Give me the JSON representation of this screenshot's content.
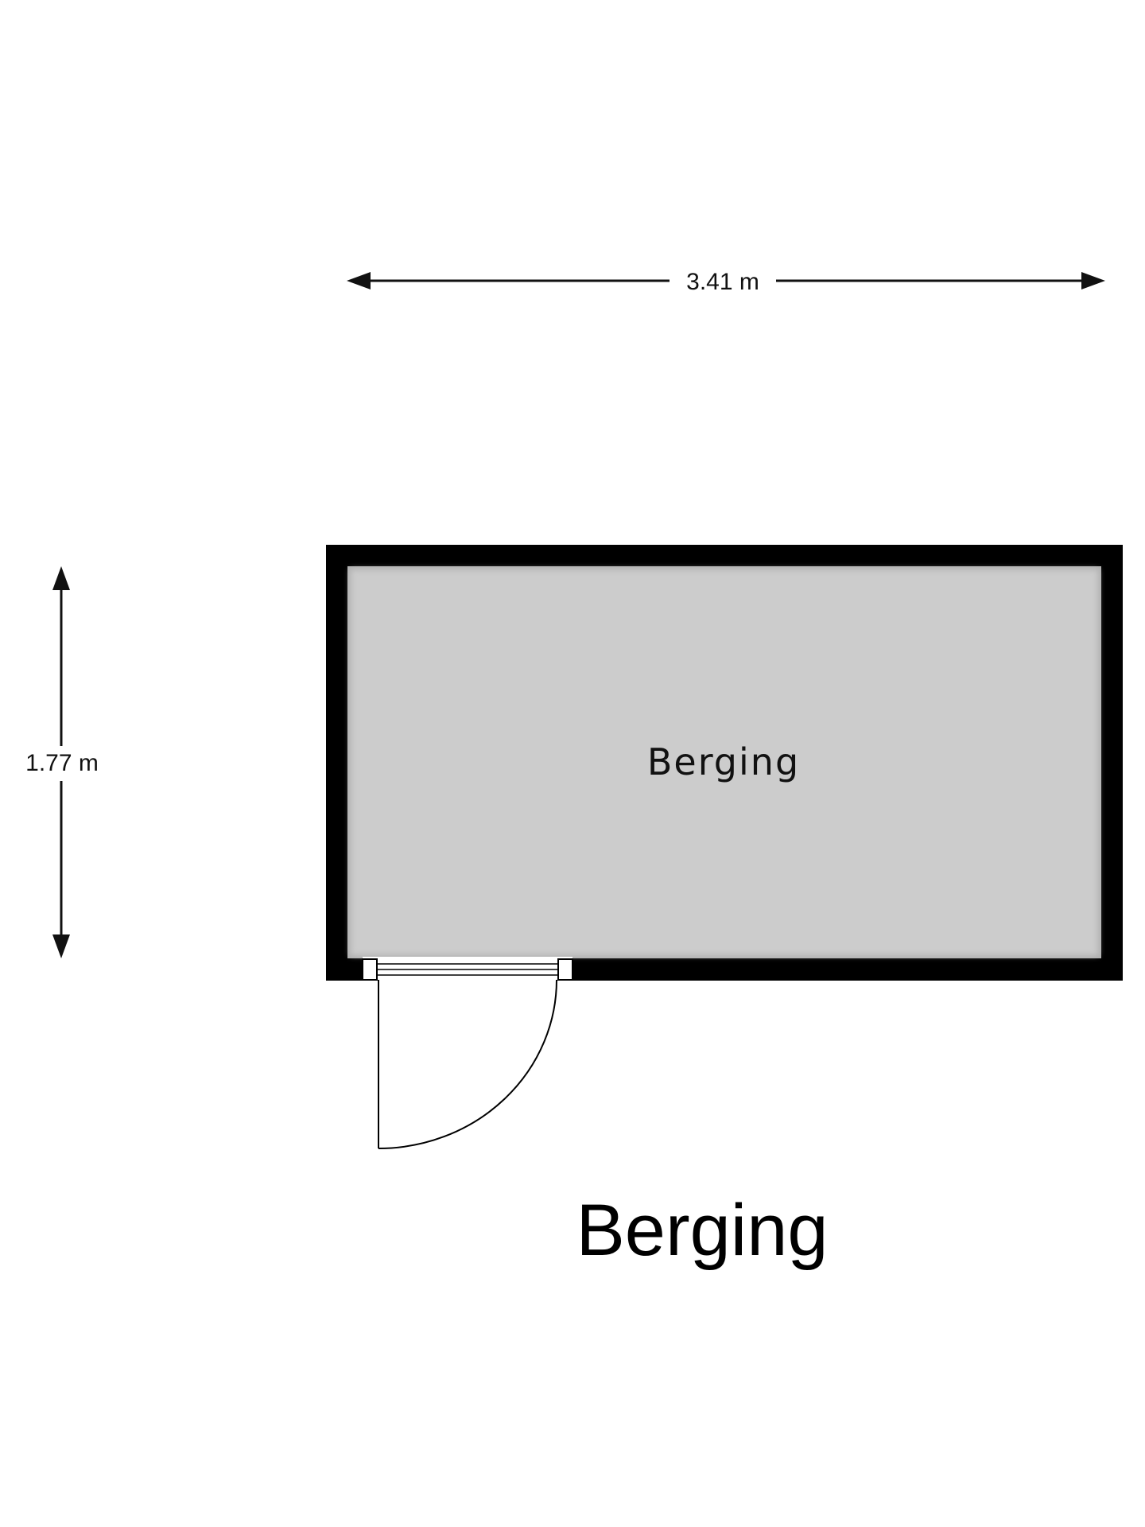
{
  "plan": {
    "title": "Berging",
    "room_label": "Berging",
    "width_label": "3.41 m",
    "height_label": "1.77 m"
  },
  "colors": {
    "wall": "#000000",
    "floor": "#cccccc",
    "background": "#ffffff",
    "dimension_line": "#111111"
  }
}
